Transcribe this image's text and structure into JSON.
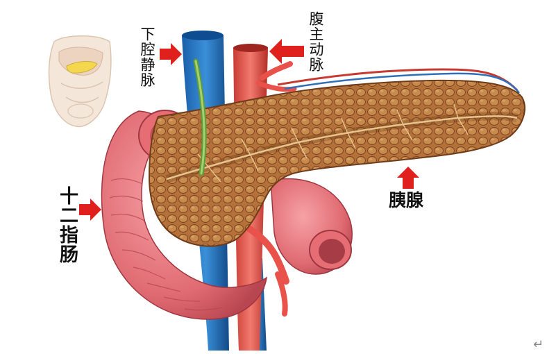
{
  "labels": {
    "ivc": "下腔静脉",
    "aorta": "腹主动脉",
    "duodenum": "十二指肠",
    "pancreas": "胰腺"
  },
  "return_mark": "↵",
  "colors": {
    "arrow": "#e0201c",
    "vein": "#1f6fb8",
    "artery": "#e8524a",
    "pancreas": "#b8743c",
    "duodenum": "#e97b82"
  }
}
